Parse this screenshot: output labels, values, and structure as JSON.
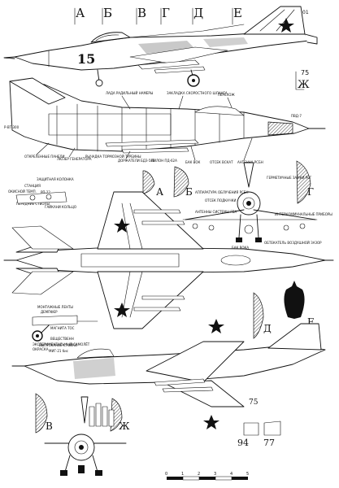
{
  "section_letters": [
    "А",
    "Б",
    "В",
    "Г",
    "Д",
    "Е"
  ],
  "cut_labels": {
    "zh_top": "Ж",
    "a": "А",
    "b": "Б",
    "g": "Г",
    "d": "Д",
    "e": "Е",
    "v": "В",
    "zh_bottom": "Ж"
  },
  "tail_number": "15",
  "numbers": {
    "n75_top": "75",
    "n75_bottom": "75",
    "n94": "94",
    "n77": "77",
    "n01": "01"
  },
  "side_labels": {
    "top1": "ЛАДА РАДИЛЬНЫЙ НАМЕРЫ",
    "top2": "ЗАКЛАДКА СКОРОСТНОГО ШЛАНГА",
    "top3": "ПЕРЕХОЖ",
    "pvd": "ПВД-7",
    "dsd": "Р-ВТ-300",
    "b1": "ОТКРЕЛЕННЫЕ ПАНЕЛИ",
    "b2": "ЛЮЗЕР ГЕНЕРАТОРА",
    "b3": "РЫЧАДКА ТОРМОЗНОЙ ТУРБИНЫ",
    "b4": "ДОРЖАТЕЛИ БДЗ-58Б",
    "b5": "ПИЛОН ПД-62А",
    "b6": "БАК ВОК",
    "b7": "ОТСЕК ВСКАТ",
    "b8": "АНТЕННА РСБН"
  },
  "front_labels": {
    "g1": "АППАРАТУРА ОБЛУЧЕНИЯ РСБН",
    "g2": "ОТСЕК ПОДКАЧКИ",
    "g3": "ГЕРМЕТИЧНЫЕ ЗАМКИ РСГ",
    "g4": "АНТЕННЫ СИСТЕМЫ ГБА",
    "g5": "ИНТЕРКОММУНАЛЬНЫЕ ПРИБОРЫ",
    "g6": "БАК ВОКА",
    "g7": "ОБТЕКАТЕЛЬ ВОЗДУШНОЙ ЗАЗОР"
  },
  "left_labels": {
    "l1": "ЗАЩИТНАЯ КОЛОНКА",
    "l2": "СТАНЦИЯ",
    "l3": "ОКИСНОЙ ТЕМП.",
    "l4": "РП-22",
    "l5": "ПЕРЕДНИЕ СТВОЛЫ",
    "l6": "ГАЙКАНИ КОЛЬЦО"
  },
  "gear_labels": {
    "m1": "МОНТАЖНЫЕ ЛЕНТЫ",
    "m2": "ДЕМПФЕР",
    "m3": "МАГНИТА ТОС",
    "m4": "ВЕЩЕСТВЕНН",
    "m5": "ВЫПУСКАНИЕ СТОЙКИ",
    "m6": "МИГ-21 бис"
  },
  "bottom_labels": {
    "c1": "ЭКСПЕРИМЕНТАЛЬНЫЙ САМОЛЁТ",
    "c2": "ОКРАСКА"
  },
  "scale_ticks": [
    "0",
    "1",
    "2",
    "3",
    "4",
    "5"
  ]
}
